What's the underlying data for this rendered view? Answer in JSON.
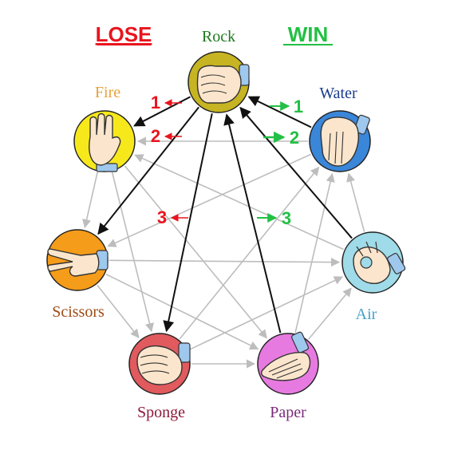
{
  "headers": {
    "lose": "LOSE",
    "win": "WIN"
  },
  "colors": {
    "lose": "#e8141e",
    "win": "#22c043",
    "primary_arrow": "#111111",
    "secondary_arrow": "#bdbdbd"
  },
  "nodes": [
    {
      "id": "rock",
      "label": "Rock",
      "fill": "#c6b422",
      "label_color": "#1e7a1e",
      "icon": "fist-hand-icon"
    },
    {
      "id": "water",
      "label": "Water",
      "fill": "#3a86d9",
      "label_color": "#1a3c8c",
      "icon": "cupped-hand-icon"
    },
    {
      "id": "air",
      "label": "Air",
      "fill": "#9fdbe8",
      "label_color": "#4aa0c8",
      "icon": "ok-sign-hand-icon"
    },
    {
      "id": "paper",
      "label": "Paper",
      "fill": "#e67ae0",
      "label_color": "#7a2a7a",
      "icon": "flat-hand-icon"
    },
    {
      "id": "sponge",
      "label": "Sponge",
      "fill": "#e05a5e",
      "label_color": "#8c1a3c",
      "icon": "squeezing-hand-icon"
    },
    {
      "id": "scissors",
      "label": "Scissors",
      "fill": "#f59c1a",
      "label_color": "#a04a14",
      "icon": "v-sign-hand-icon"
    },
    {
      "id": "fire",
      "label": "Fire",
      "fill": "#f7e81c",
      "label_color": "#e8a23a",
      "icon": "three-fingers-hand-icon"
    }
  ],
  "lose_ranks": [
    "1",
    "2",
    "3"
  ],
  "win_ranks": [
    "1",
    "2",
    "3"
  ],
  "edges": {
    "primary": [
      [
        "rock",
        "fire"
      ],
      [
        "rock",
        "scissors"
      ],
      [
        "rock",
        "sponge"
      ],
      [
        "water",
        "rock"
      ],
      [
        "air",
        "rock"
      ],
      [
        "paper",
        "rock"
      ]
    ],
    "secondary": [
      [
        "fire",
        "scissors"
      ],
      [
        "fire",
        "sponge"
      ],
      [
        "fire",
        "paper"
      ],
      [
        "water",
        "fire"
      ],
      [
        "air",
        "fire"
      ],
      [
        "scissors",
        "sponge"
      ],
      [
        "scissors",
        "paper"
      ],
      [
        "scissors",
        "air"
      ],
      [
        "water",
        "scissors"
      ],
      [
        "sponge",
        "paper"
      ],
      [
        "sponge",
        "air"
      ],
      [
        "sponge",
        "water"
      ],
      [
        "paper",
        "air"
      ],
      [
        "paper",
        "water"
      ],
      [
        "air",
        "water"
      ]
    ]
  }
}
